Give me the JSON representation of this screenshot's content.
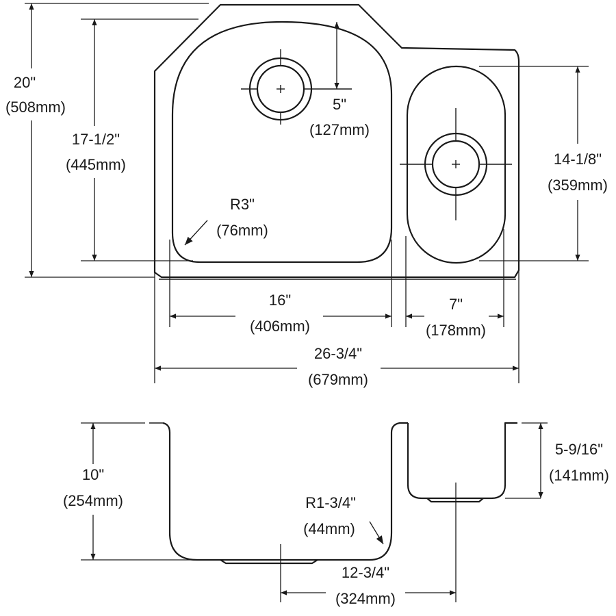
{
  "top_view": {
    "overall_depth": {
      "in": "20\"",
      "mm": "(508mm)"
    },
    "large_bowl_depth": {
      "in": "17-1/2\"",
      "mm": "(445mm)"
    },
    "drain_offset": {
      "in": "5\"",
      "mm": "(127mm)"
    },
    "corner_radius": {
      "in": "R3\"",
      "mm": "(76mm)"
    },
    "small_bowl_depth": {
      "in": "14-1/8\"",
      "mm": "(359mm)"
    },
    "large_bowl_width": {
      "in": "16\"",
      "mm": "(406mm)"
    },
    "small_bowl_width": {
      "in": "7\"",
      "mm": "(178mm)"
    },
    "overall_width": {
      "in": "26-3/4\"",
      "mm": "(679mm)"
    }
  },
  "front_view": {
    "large_bowl_height": {
      "in": "10\"",
      "mm": "(254mm)"
    },
    "bottom_radius": {
      "in": "R1-3/4\"",
      "mm": "(44mm)"
    },
    "small_bowl_height": {
      "in": "5-9/16\"",
      "mm": "(141mm)"
    },
    "drain_spacing": {
      "in": "12-3/4\"",
      "mm": "(324mm)"
    }
  }
}
